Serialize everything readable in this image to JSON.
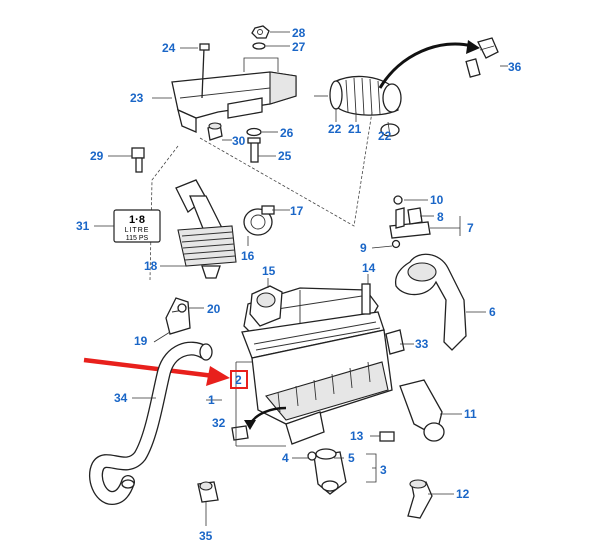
{
  "callouts": {
    "c1": "1",
    "c2": "2",
    "c3": "3",
    "c4": "4",
    "c5": "5",
    "c6": "6",
    "c7": "7",
    "c8": "8",
    "c9": "9",
    "c10": "10",
    "c11": "11",
    "c12": "12",
    "c13": "13",
    "c14": "14",
    "c15": "15",
    "c16": "16",
    "c17": "17",
    "c18": "18",
    "c19": "19",
    "c20": "20",
    "c21": "21",
    "c22a": "22",
    "c22b": "22",
    "c23": "23",
    "c24": "24",
    "c25": "25",
    "c26": "26",
    "c27": "27",
    "c28": "28",
    "c29": "29",
    "c30": "30",
    "c31": "31",
    "c32": "32",
    "c33": "33",
    "c34": "34",
    "c35": "35",
    "c36": "36"
  },
  "engine_badge": {
    "capacity": "1·8",
    "unit": "LITRE",
    "power": "115 PS"
  },
  "highlight": {
    "color": "#e8201c",
    "callout_color": "#1a66c7"
  }
}
